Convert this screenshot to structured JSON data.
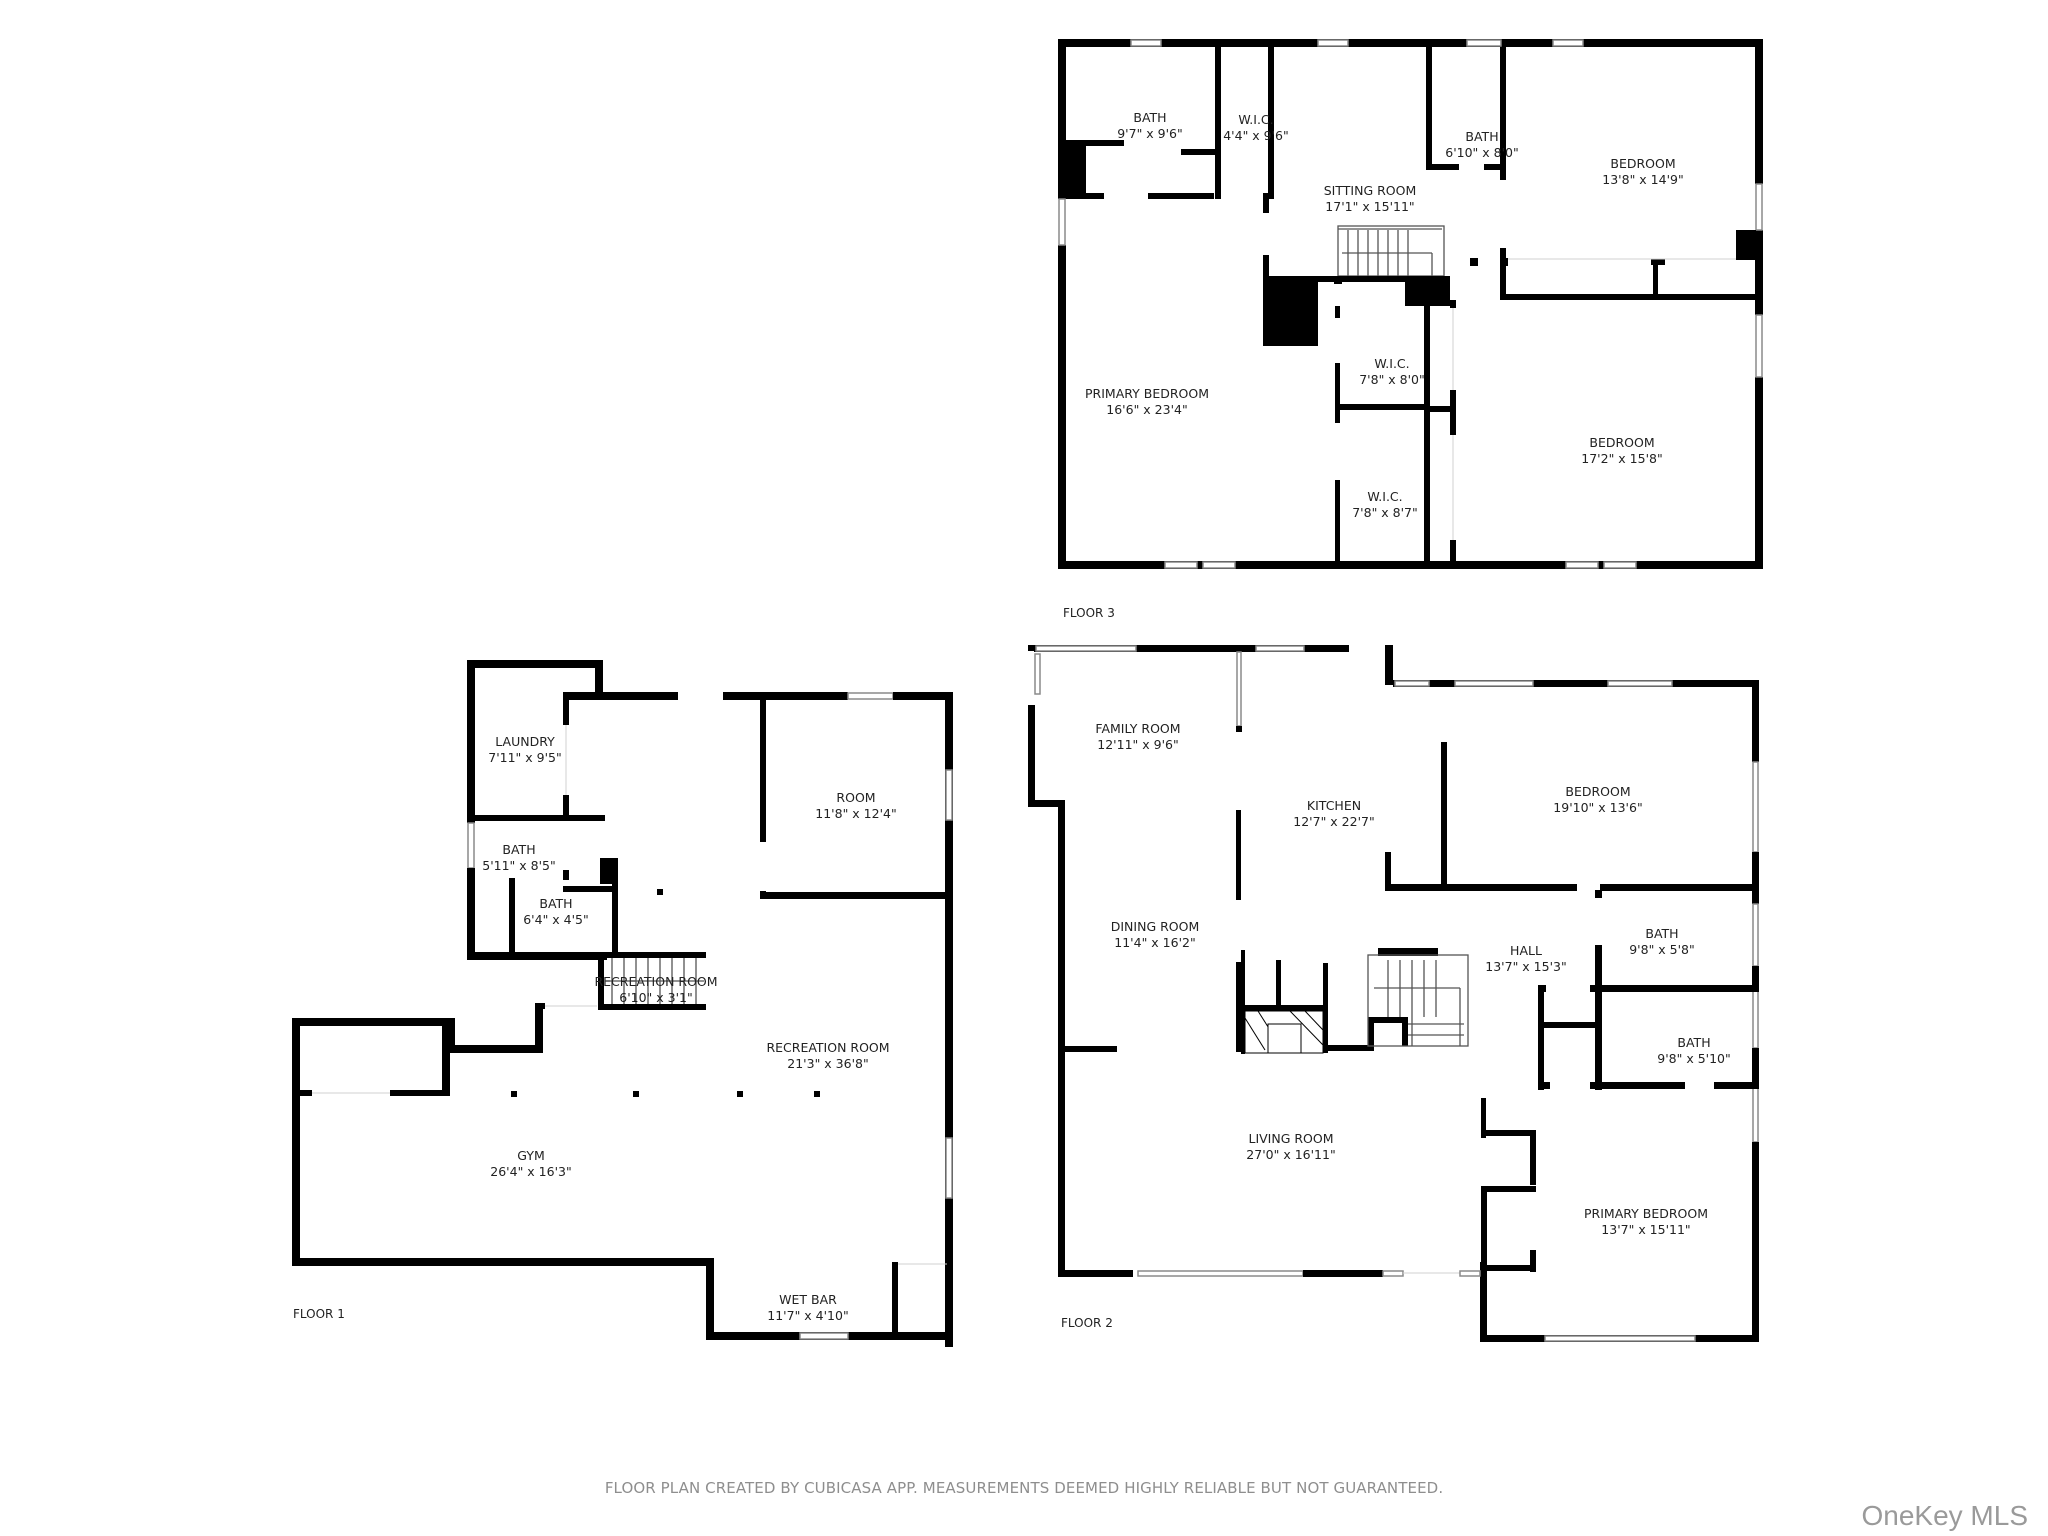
{
  "floors": {
    "floor3": {
      "label": "FLOOR 3",
      "rooms": [
        {
          "name": "BATH",
          "dim": "9'7\" x 9'6\""
        },
        {
          "name": "W.I.C.",
          "dim": "4'4\" x 9'6\""
        },
        {
          "name": "SITTING ROOM",
          "dim": "17'1\" x 15'11\""
        },
        {
          "name": "BATH",
          "dim": "6'10\" x 8'0\""
        },
        {
          "name": "BEDROOM",
          "dim": "13'8\" x 14'9\""
        },
        {
          "name": "PRIMARY BEDROOM",
          "dim": "16'6\" x 23'4\""
        },
        {
          "name": "W.I.C.",
          "dim": "7'8\" x 8'0\""
        },
        {
          "name": "W.I.C.",
          "dim": "7'8\" x 8'7\""
        },
        {
          "name": "BEDROOM",
          "dim": "17'2\" x 15'8\""
        }
      ]
    },
    "floor2": {
      "label": "FLOOR 2",
      "rooms": [
        {
          "name": "FAMILY ROOM",
          "dim": "12'11\" x 9'6\""
        },
        {
          "name": "KITCHEN",
          "dim": "12'7\" x 22'7\""
        },
        {
          "name": "BEDROOM",
          "dim": "19'10\" x 13'6\""
        },
        {
          "name": "DINING ROOM",
          "dim": "11'4\" x 16'2\""
        },
        {
          "name": "HALL",
          "dim": "13'7\" x 15'3\""
        },
        {
          "name": "BATH",
          "dim": "9'8\" x 5'8\""
        },
        {
          "name": "BATH",
          "dim": "9'8\" x 5'10\""
        },
        {
          "name": "LIVING ROOM",
          "dim": "27'0\" x 16'11\""
        },
        {
          "name": "PRIMARY BEDROOM",
          "dim": "13'7\" x 15'11\""
        }
      ]
    },
    "floor1": {
      "label": "FLOOR 1",
      "rooms": [
        {
          "name": "LAUNDRY",
          "dim": "7'11\" x 9'5\""
        },
        {
          "name": "ROOM",
          "dim": "11'8\" x 12'4\""
        },
        {
          "name": "BATH",
          "dim": "5'11\" x 8'5\""
        },
        {
          "name": "BATH",
          "dim": "6'4\" x 4'5\""
        },
        {
          "name": "RECREATION ROOM",
          "dim": "6'10\" x 3'1\""
        },
        {
          "name": "RECREATION ROOM",
          "dim": "21'3\" x 36'8\""
        },
        {
          "name": "GYM",
          "dim": "26'4\" x 16'3\""
        },
        {
          "name": "WET BAR",
          "dim": "11'7\" x 4'10\""
        }
      ]
    }
  },
  "footer": {
    "disclaimer": "FLOOR PLAN CREATED BY CUBICASA APP. MEASUREMENTS DEEMED HIGHLY RELIABLE BUT NOT GUARANTEED.",
    "brand": "OneKey MLS"
  },
  "colors": {
    "wall": "#000000",
    "background": "#ffffff",
    "text": "#222222",
    "footer_text": "#8e8e8e"
  }
}
